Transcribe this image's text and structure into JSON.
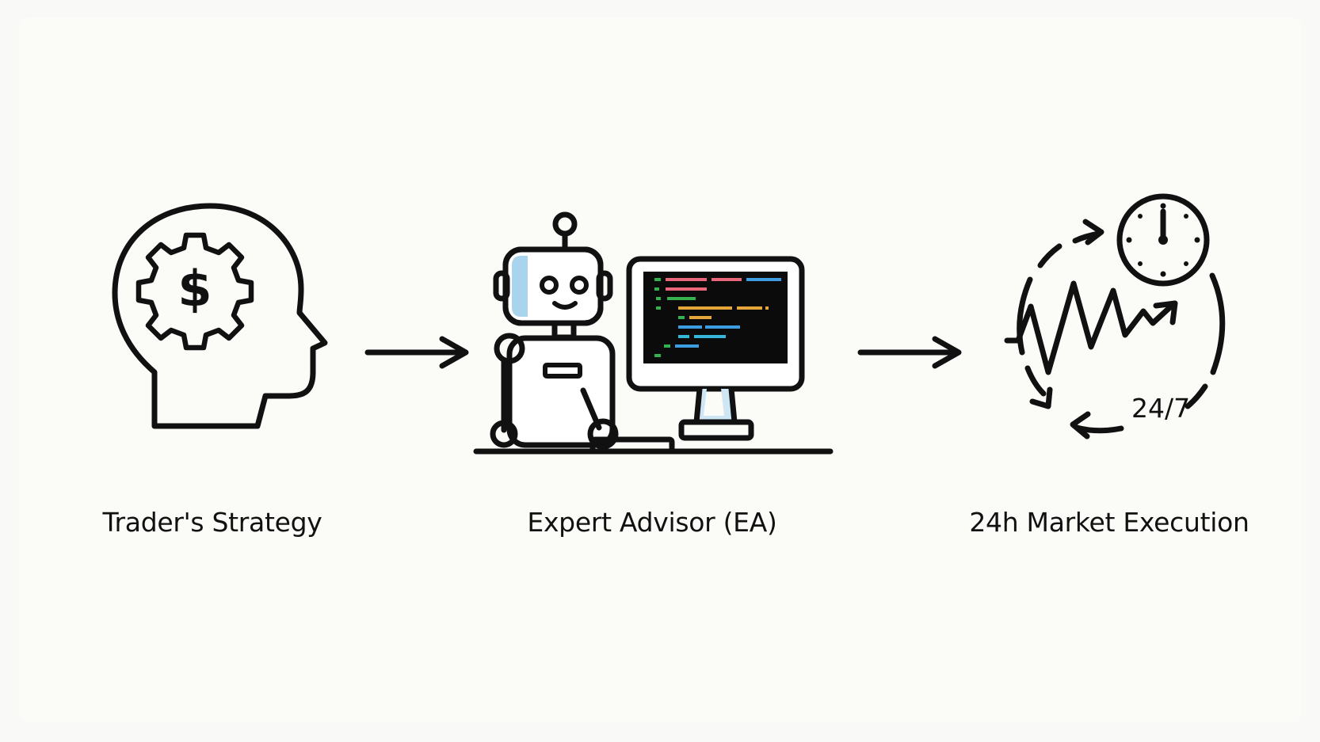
{
  "diagram": {
    "steps": [
      {
        "label": "Trader's Strategy",
        "icon": "head-gear-dollar-icon"
      },
      {
        "label": "Expert Advisor (EA)",
        "icon": "robot-computer-icon"
      },
      {
        "label": "24h Market Execution",
        "icon": "clock-cycle-chart-icon"
      }
    ],
    "connectors": [
      "arrow-right-icon",
      "arrow-right-icon"
    ],
    "strategy_symbol": "$",
    "execution_badge": "24/7",
    "colors": {
      "ink": "#111111",
      "background": "#fbfbf8",
      "screen": "#0b0b0b",
      "robot_face_accent": "#a9d4ee",
      "code_red": "#e8677a",
      "code_blue": "#3d9de0",
      "code_green": "#35b24d",
      "code_orange": "#e5a73a",
      "code_cyan": "#35b7d9"
    }
  }
}
